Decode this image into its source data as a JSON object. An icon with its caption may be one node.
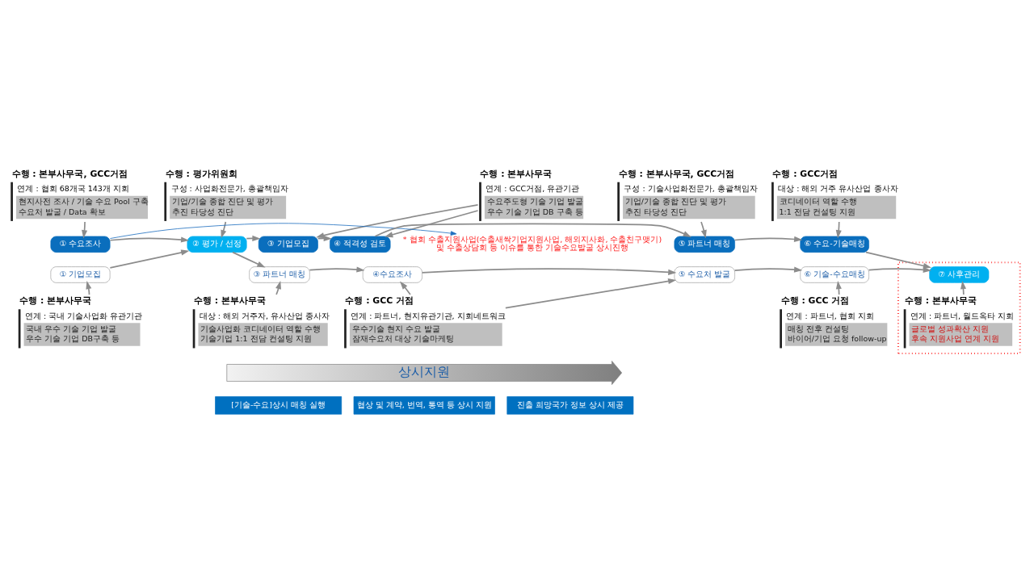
{
  "diagram": {
    "nodes": [
      {
        "text": [
          "수행 : 본부사무국, GCC거점",
          "연계 : 협회 68개국 143개 지회",
          "현지사전 조사 / 기술 수요 Pool 구축",
          "수요처 발굴 / Data 확보"
        ]
      },
      {
        "text": [
          "수행 : 평가위원회",
          "구성 : 사업화전문가, 총괄책임자",
          "기업/기술 종합 진단 및 평가",
          "추진 타당성 진단"
        ]
      },
      {
        "text": [
          "수행 : 본부사무국",
          "연계 : GCC거점, 유관기관",
          "수요주도형 기술 기업 발굴",
          "우수 기술 기업 DB 구축 등"
        ]
      },
      {
        "text": [
          "수행 : 본부사무국, GCC거점",
          "구성 : 기술사업화전문가, 총괄책임자",
          "기업/기술 종합 진단 및 평가",
          "추진 타당성 진단"
        ]
      },
      {
        "text": [
          "수행 : GCC거점",
          "대상 : 해외 거주 유사산업 종사자",
          "코디네이터 역할 수행",
          "1:1 전담 컨설팅 지원"
        ]
      },
      {
        "text": [
          "* 협회 수출지원사업(수출새싹기업지원사업, 해외지사화, 수출친구맺기) 및 수출상담회 등 이슈를 통한 기술수요발굴 상시진행"
        ]
      },
      {
        "text": [
          "① 수요조사"
        ]
      },
      {
        "text": [
          "① 기업모집"
        ]
      },
      {
        "text": [
          "② 평가 / 선정"
        ]
      },
      {
        "text": [
          "③ 기업모집"
        ]
      },
      {
        "text": [
          "④ 적격성 검토"
        ]
      },
      {
        "text": [
          "⑤ 파트너 매칭"
        ]
      },
      {
        "text": [
          "⑥ 수요-기술매칭"
        ]
      },
      {
        "text": [
          "③ 파트너 매칭"
        ]
      },
      {
        "text": [
          "④수요조사"
        ]
      },
      {
        "text": [
          "⑤ 수요처 발굴"
        ]
      },
      {
        "text": [
          "⑥ 기술-수요매칭"
        ]
      },
      {
        "text": [],
        "shape": "box"
      },
      {
        "text": [
          "⑦ 사후관리"
        ],
        "in": 17
      },
      {
        "text": [
          "수행 : 본부사무국",
          "연계 : 국내 기술사업화 유관기관",
          "국내 우수 기술 기업 발굴",
          "우수 기술 기업 DB구축 등"
        ]
      },
      {
        "text": [
          "수행 : 본부사무국",
          "대상 : 해외 거주자, 유사산업 종사자",
          "기술사업화 코디네이터 역할 수행",
          "기술기업 1:1 전담 컨설팅 지원"
        ]
      },
      {
        "text": [
          "수행 : GCC 거점",
          "연계 : 파트너, 현지유관기관, 지회네트워크",
          "우수기술 현지 수요 발굴",
          "잠재수요처 대상 기술마케팅"
        ]
      },
      {
        "text": [
          "수행 : GCC 거점",
          "연계 : 파트너, 협회 지회",
          "매칭 전후 컨설팅",
          "바이어/기업 요청 follow-up"
        ]
      },
      {
        "text": [
          "수행 : 본부사무국",
          "연계 : 파트너, 월드옥타 지회",
          "글로벌 성과확산 지원",
          "후속 지원사업 연계 지원"
        ],
        "in": 17
      },
      {
        "text": [
          "상시지원"
        ]
      },
      {
        "text": [
          "[기술-수요]상시 매칭 실행"
        ]
      },
      {
        "text": [
          "협상 및 계약, 번역, 통역 등 상시 지원"
        ]
      },
      {
        "text": [
          "진출 희망국가 정보 상시 제공"
        ]
      }
    ],
    "edges": [
      {
        "from": 0,
        "to": 6,
        "arrow": "to"
      },
      {
        "from": 1,
        "to": 8,
        "arrow": "to"
      },
      {
        "from": 2,
        "to": 9,
        "arrow": "to"
      },
      {
        "from": 2,
        "to": 10,
        "arrow": "to"
      },
      {
        "from": 3,
        "to": 11,
        "arrow": "to"
      },
      {
        "from": 4,
        "to": 12,
        "arrow": "to"
      },
      {
        "from": 6,
        "to": 5,
        "arrow": "to",
        "color": "#1f6fbf"
      },
      {
        "from": 6,
        "to": 8,
        "arrow": "to"
      },
      {
        "from": 7,
        "to": 8,
        "arrow": "to"
      },
      {
        "from": 8,
        "to": 9,
        "arrow": "to"
      },
      {
        "from": 8,
        "to": 13,
        "arrow": "to"
      },
      {
        "from": 9,
        "to": 10,
        "arrow": "to"
      },
      {
        "from": 10,
        "to": 11,
        "arrow": "to"
      },
      {
        "from": 11,
        "to": 12,
        "arrow": "to"
      },
      {
        "from": 13,
        "to": 14,
        "arrow": "to"
      },
      {
        "from": 14,
        "to": 15,
        "arrow": "to"
      },
      {
        "from": 15,
        "to": 16,
        "arrow": "to"
      },
      {
        "from": 12,
        "to": 18,
        "arrow": "to"
      },
      {
        "from": 16,
        "to": 18,
        "arrow": "to"
      },
      {
        "from": 19,
        "to": 7,
        "arrow": "to"
      },
      {
        "from": 20,
        "to": 13,
        "arrow": "to"
      },
      {
        "from": 21,
        "to": 14,
        "arrow": "to"
      },
      {
        "from": 21,
        "to": 15,
        "arrow": "to"
      },
      {
        "from": 22,
        "to": 16,
        "arrow": "to"
      },
      {
        "from": 23,
        "to": 18,
        "arrow": "to"
      }
    ]
  }
}
